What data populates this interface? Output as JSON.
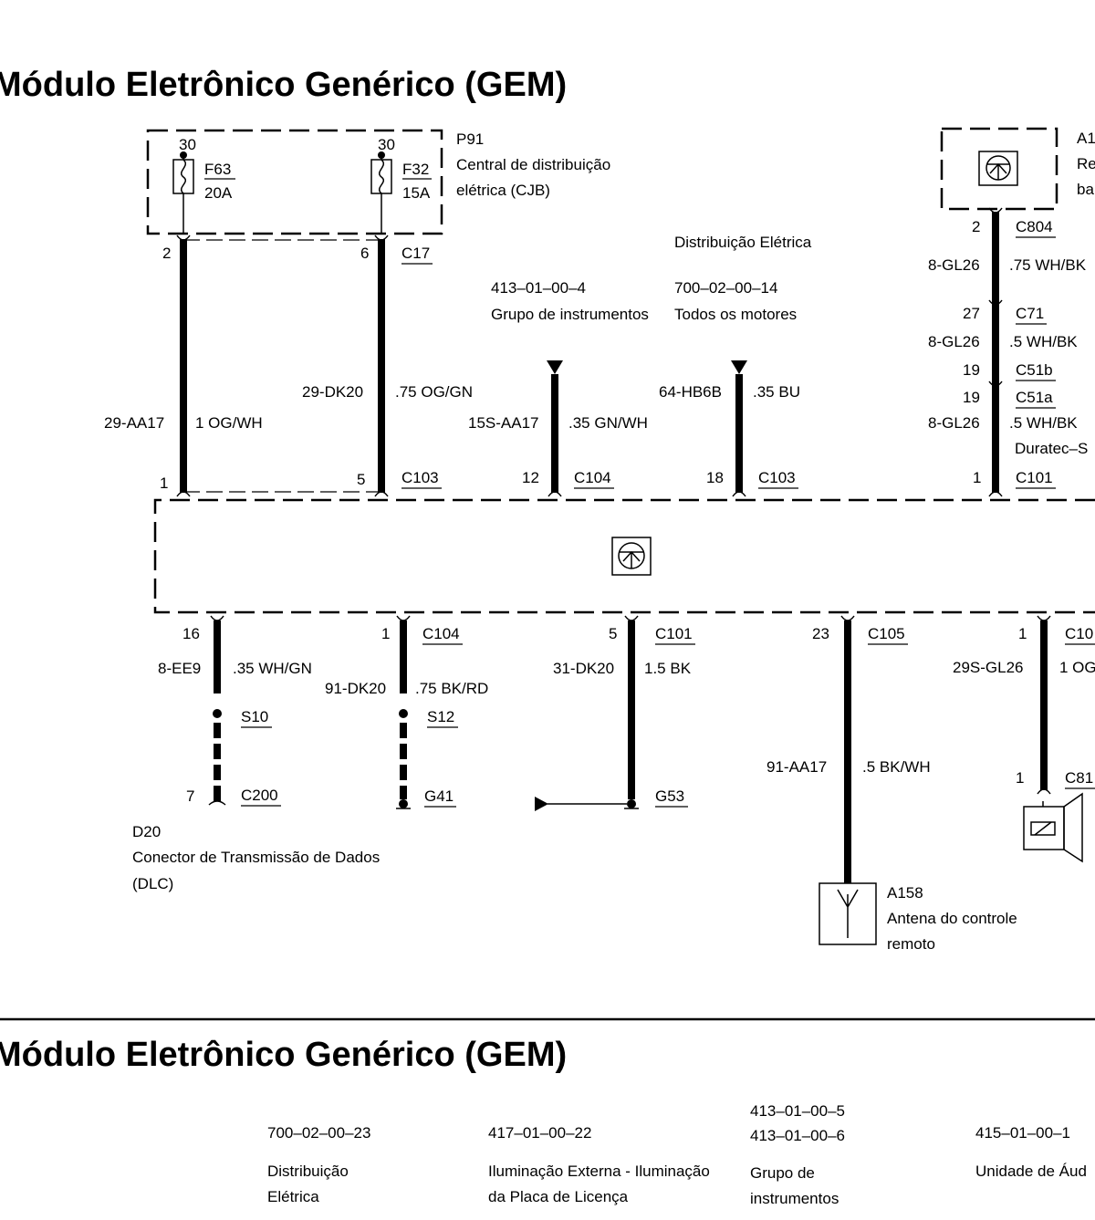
{
  "title_top": "Módulo Eletrônico Genérico (GEM)",
  "title_bottom": "Módulo Eletrônico Genérico (GEM)",
  "cjb": {
    "id": "P91",
    "name_line1": "Central de distribuição",
    "name_line2": "elétrica (CJB)",
    "fuse1": {
      "pin": "30",
      "id": "F63",
      "rating": "20A"
    },
    "fuse2": {
      "pin": "30",
      "id": "F32",
      "rating": "15A"
    }
  },
  "a1": {
    "id": "A1",
    "line1": "Re",
    "line2": "ba"
  },
  "ref_top": {
    "dist_label": "Distribuição Elétrica",
    "ref1_code": "413–01–00–4",
    "ref1_text": "Grupo de instrumentos",
    "ref2_code": "700–02–00–14",
    "ref2_text": "Todos os motores"
  },
  "upper_wires": {
    "w1": {
      "pin_top": "2",
      "pin_bottom": "1",
      "circuit": "29-AA17",
      "gauge": "1 OG/WH"
    },
    "w2": {
      "pin_top": "6",
      "conn_top": "C17",
      "pin_bottom": "5",
      "conn_bottom": "C103",
      "circuit": "29-DK20",
      "gauge": ".75 OG/GN"
    },
    "w3": {
      "pin_bottom": "12",
      "conn_bottom": "C104",
      "circuit": "15S-AA17",
      "gauge": ".35 GN/WH"
    },
    "w4": {
      "pin_bottom": "18",
      "conn_bottom": "C103",
      "circuit": "64-HB6B",
      "gauge": ".35 BU"
    },
    "w5": {
      "pin_c804": "2",
      "conn_c804": "C804",
      "circuit1": "8-GL26",
      "gauge1": ".75 WH/BK",
      "pin_c71": "27",
      "conn_c71": "C71",
      "circuit2": "8-GL26",
      "gauge2": ".5 WH/BK",
      "pin_c51b": "19",
      "conn_c51b": "C51b",
      "pin_c51a": "19",
      "conn_c51a": "C51a",
      "circuit3": "8-GL26",
      "gauge3": ".5 WH/BK",
      "engine_note": "Duratec–S",
      "pin_bottom": "1",
      "conn_bottom": "C101"
    }
  },
  "lower_wires": {
    "l1": {
      "pin_top": "16",
      "circuit": "8-EE9",
      "gauge": ".35 WH/GN",
      "splice": "S10",
      "pin_bottom": "7",
      "conn_bottom": "C200"
    },
    "l2": {
      "pin_top": "1",
      "conn_top": "C104",
      "circuit": "91-DK20",
      "gauge": ".75 BK/RD",
      "splice": "S12",
      "ground": "G41"
    },
    "l3": {
      "pin_top": "5",
      "conn_top": "C101",
      "circuit": "31-DK20",
      "gauge": "1.5 BK",
      "ground": "G53"
    },
    "l4": {
      "pin_top": "23",
      "conn_top": "C105",
      "circuit": "91-AA17",
      "gauge": ".5 BK/WH"
    },
    "l5": {
      "pin_top": "1",
      "conn_top": "C10",
      "circuit": "29S-GL26",
      "gauge": "1 OG",
      "pin_bottom": "1",
      "conn_bottom": "C81"
    }
  },
  "dlc": {
    "id": "D20",
    "line1": "Conector de Transmissão de Dados",
    "line2": "(DLC)"
  },
  "antenna": {
    "id": "A158",
    "line1": "Antena do controle",
    "line2": "remoto"
  },
  "ref_bottom": [
    {
      "code": "700–02–00–23",
      "line1": "Distribuição",
      "line2": "Elétrica"
    },
    {
      "code": "417–01–00–22",
      "line1": "Iluminação Externa - Iluminação",
      "line2": "da Placa de Licença"
    },
    {
      "code1": "413–01–00–5",
      "code2": "413–01–00–6",
      "line1": "Grupo de",
      "line2": "instrumentos"
    },
    {
      "code": "415–01–00–1",
      "line1": "Unidade de Áud"
    }
  ]
}
